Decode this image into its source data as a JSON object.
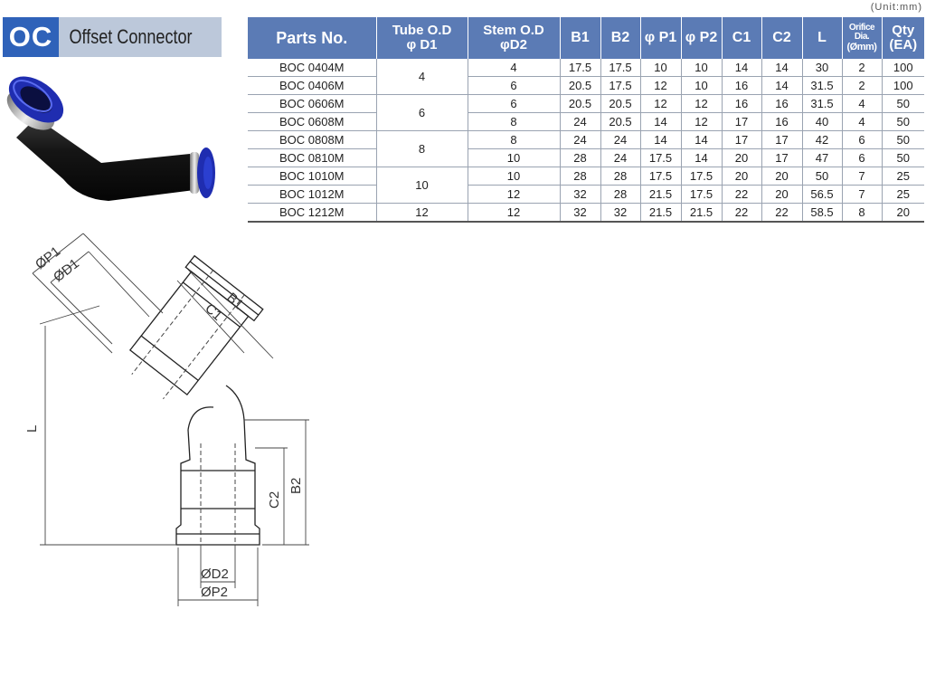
{
  "unit_note": "(Unit:mm)",
  "title": {
    "code": "OC",
    "name": "Offset Connector"
  },
  "table": {
    "headers": {
      "parts_no": "Parts No.",
      "tube_od_line1": "Tube O.D",
      "tube_od_line2": "φ D1",
      "stem_od_line1": "Stem O.D",
      "stem_od_line2": "φD2",
      "b1": "B1",
      "b2": "B2",
      "p1": "φ P1",
      "p2": "φ P2",
      "c1": "C1",
      "c2": "C2",
      "l": "L",
      "orifice_line1": "Orifice Dia.",
      "orifice_line2": "(Ømm)",
      "qty_line1": "Qty",
      "qty_line2": "(EA)"
    },
    "groups": [
      {
        "d1": "4",
        "rows": [
          {
            "part": "BOC 0404M",
            "d2": "4",
            "b1": "17.5",
            "b2": "17.5",
            "p1": "10",
            "p2": "10",
            "c1": "14",
            "c2": "14",
            "l": "30",
            "orifice": "2",
            "qty": "100"
          },
          {
            "part": "BOC 0406M",
            "d2": "6",
            "b1": "20.5",
            "b2": "17.5",
            "p1": "12",
            "p2": "10",
            "c1": "16",
            "c2": "14",
            "l": "31.5",
            "orifice": "2",
            "qty": "100"
          }
        ]
      },
      {
        "d1": "6",
        "rows": [
          {
            "part": "BOC 0606M",
            "d2": "6",
            "b1": "20.5",
            "b2": "20.5",
            "p1": "12",
            "p2": "12",
            "c1": "16",
            "c2": "16",
            "l": "31.5",
            "orifice": "4",
            "qty": "50"
          },
          {
            "part": "BOC 0608M",
            "d2": "8",
            "b1": "24",
            "b2": "20.5",
            "p1": "14",
            "p2": "12",
            "c1": "17",
            "c2": "16",
            "l": "40",
            "orifice": "4",
            "qty": "50"
          }
        ]
      },
      {
        "d1": "8",
        "rows": [
          {
            "part": "BOC 0808M",
            "d2": "8",
            "b1": "24",
            "b2": "24",
            "p1": "14",
            "p2": "14",
            "c1": "17",
            "c2": "17",
            "l": "42",
            "orifice": "6",
            "qty": "50"
          },
          {
            "part": "BOC 0810M",
            "d2": "10",
            "b1": "28",
            "b2": "24",
            "p1": "17.5",
            "p2": "14",
            "c1": "20",
            "c2": "17",
            "l": "47",
            "orifice": "6",
            "qty": "50"
          }
        ]
      },
      {
        "d1": "10",
        "rows": [
          {
            "part": "BOC 1010M",
            "d2": "10",
            "b1": "28",
            "b2": "28",
            "p1": "17.5",
            "p2": "17.5",
            "c1": "20",
            "c2": "20",
            "l": "50",
            "orifice": "7",
            "qty": "25"
          },
          {
            "part": "BOC 1012M",
            "d2": "12",
            "b1": "32",
            "b2": "28",
            "p1": "21.5",
            "p2": "17.5",
            "c1": "22",
            "c2": "20",
            "l": "56.5",
            "orifice": "7",
            "qty": "25"
          }
        ]
      },
      {
        "d1": "12",
        "rows": [
          {
            "part": "BOC 1212M",
            "d2": "12",
            "b1": "32",
            "b2": "32",
            "p1": "21.5",
            "p2": "21.5",
            "c1": "22",
            "c2": "22",
            "l": "58.5",
            "orifice": "8",
            "qty": "20"
          }
        ]
      }
    ]
  },
  "drawing_labels": {
    "p1": "ØP1",
    "d1": "ØD1",
    "c1": "C1",
    "b1": "B1",
    "l": "L",
    "c2": "C2",
    "b2": "B2",
    "d2": "ØD2",
    "p2": "ØP2"
  },
  "colors": {
    "header_blue": "#5b7bb5",
    "code_blue": "#2f62b9",
    "title_gray": "#bcc8da",
    "collet_blue": "#1f2db0"
  }
}
